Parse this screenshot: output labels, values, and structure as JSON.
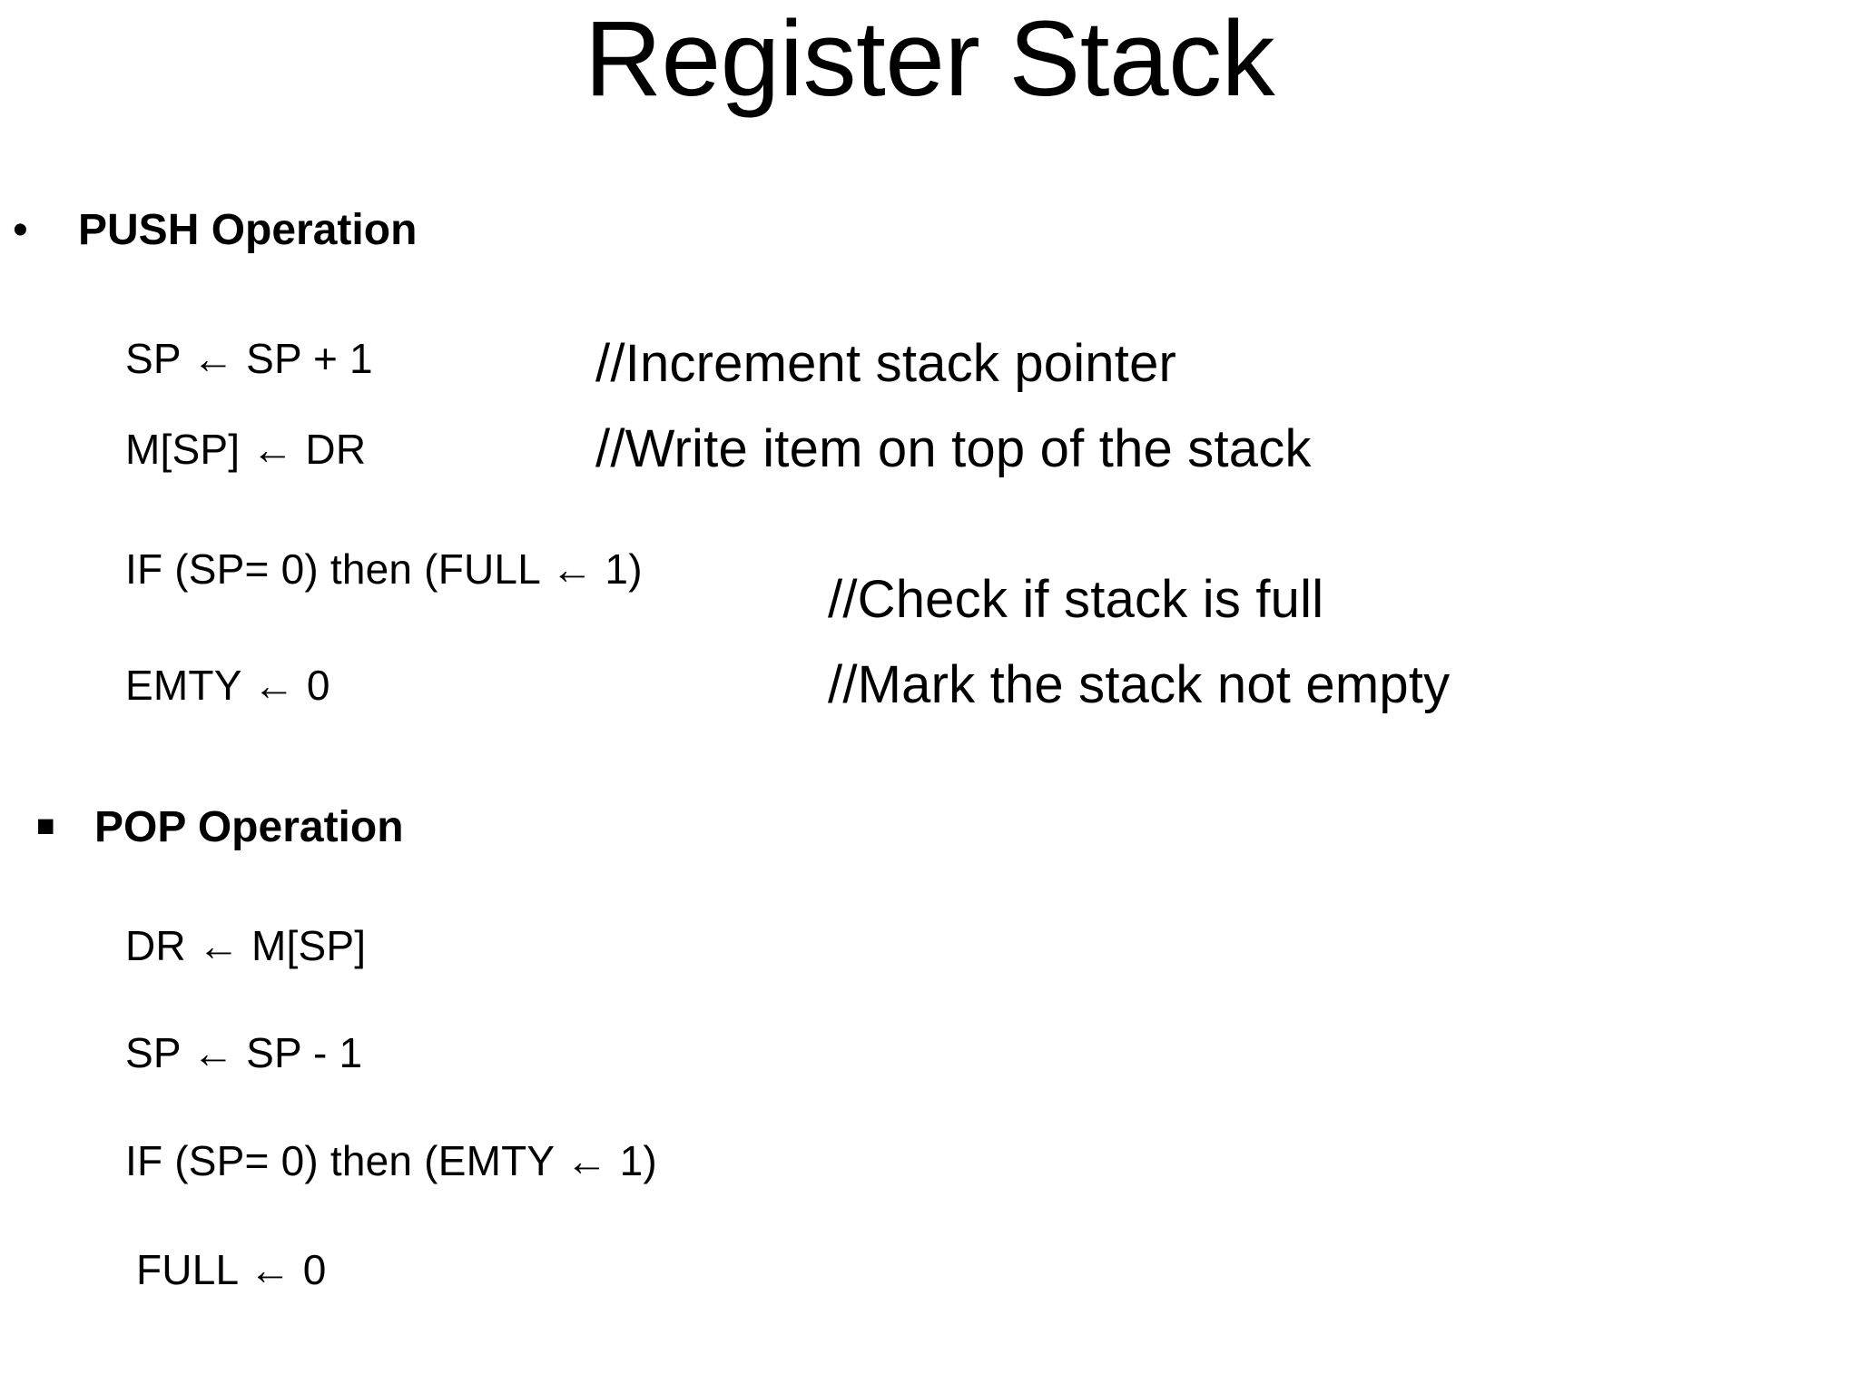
{
  "slide": {
    "title": "Register Stack",
    "push_section": {
      "bullet": "•",
      "heading": "PUSH Operation",
      "code_lines": [
        "SP ← SP + 1",
        "M[SP] ← DR",
        "IF (SP= 0) then (FULL ← 1)",
        "EMTY ← 0"
      ],
      "comments": [
        "//Increment stack pointer",
        "//Write item on top of the stack",
        "//Check if stack is full",
        "//Mark the stack not empty"
      ]
    },
    "pop_section": {
      "bullet": "■",
      "heading": "POP Operation",
      "code_lines": [
        "DR ← M[SP]",
        "SP ← SP - 1",
        "IF (SP= 0) then (EMTY ← 1)",
        "FULL ← 0"
      ],
      "comments": []
    }
  },
  "colors": {
    "background": "#ffffff",
    "text": "#000000"
  }
}
